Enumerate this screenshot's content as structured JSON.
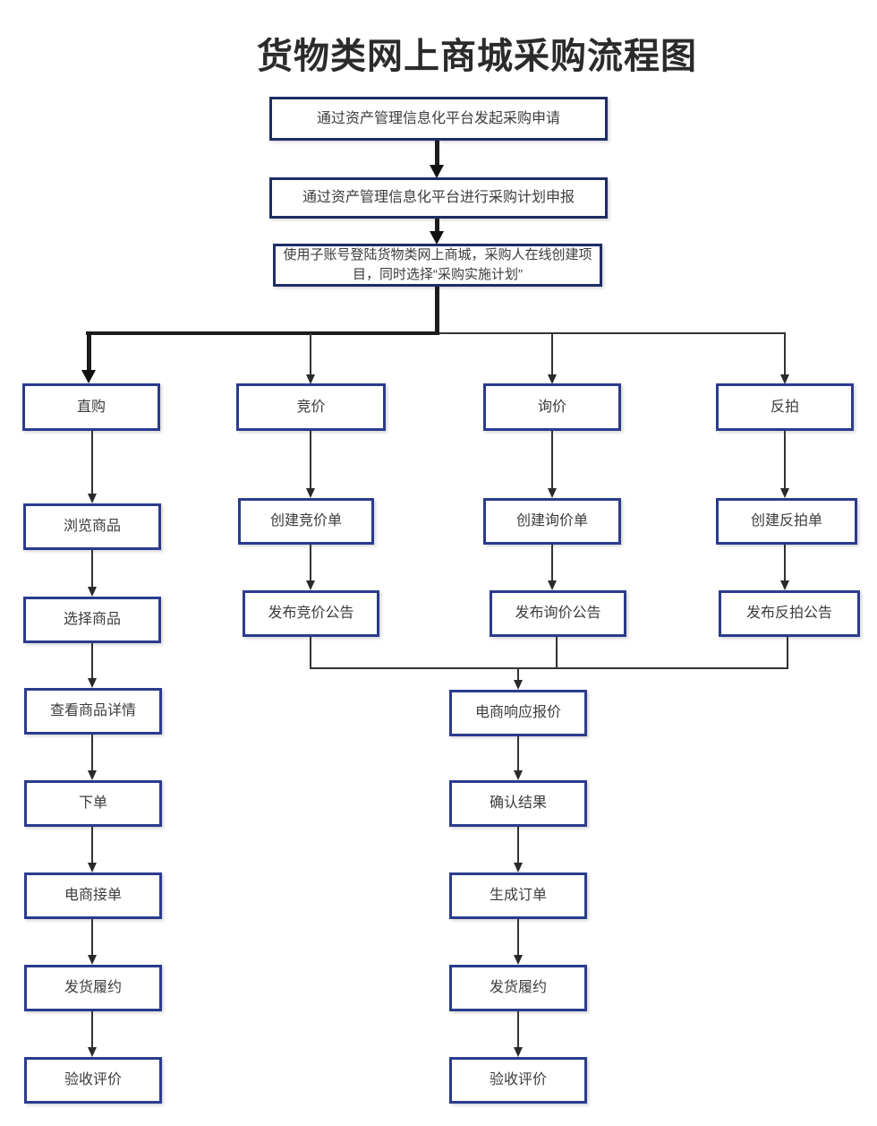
{
  "title": "货物类网上商城采购流程图",
  "colors": {
    "box_border": "#2b3b8e",
    "box_border_dark": "#1e2d66",
    "arrow": "#2a2a2a",
    "text": "#3c3c3c",
    "background": "#ffffff"
  },
  "flow": {
    "top": [
      {
        "label": "通过资产管理信息化平台发起采购申请"
      },
      {
        "label": "通过资产管理信息化平台进行采购计划申报"
      },
      {
        "label": "使用子账号登陆货物类网上商城，采购人在线创建项目，同时选择“采购实施计划”"
      }
    ],
    "branches": [
      {
        "name": "直购",
        "steps": [
          "浏览商品",
          "选择商品",
          "查看商品详情",
          "下单",
          "电商接单",
          "发货履约",
          "验收评价"
        ]
      },
      {
        "name": "竞价",
        "steps": [
          "创建竞价单",
          "发布竞价公告"
        ]
      },
      {
        "name": "询价",
        "steps": [
          "创建询价单",
          "发布询价公告"
        ]
      },
      {
        "name": "反拍",
        "steps": [
          "创建反拍单",
          "发布反拍公告"
        ]
      }
    ],
    "merged": [
      "电商响应报价",
      "确认结果",
      "生成订单",
      "发货履约",
      "验收评价"
    ]
  }
}
